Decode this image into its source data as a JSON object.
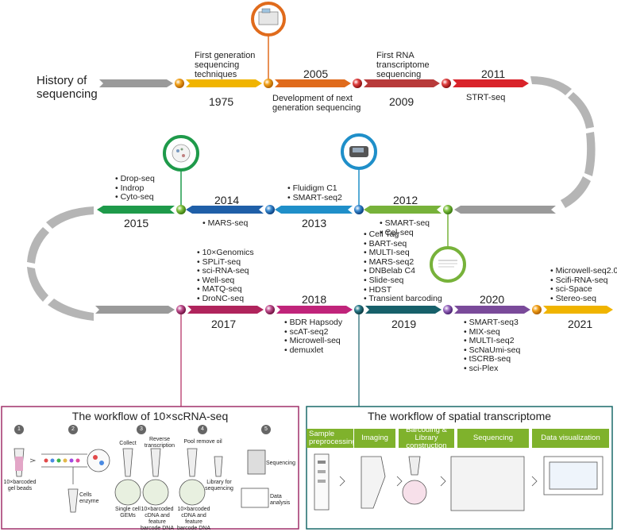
{
  "title": "History of sequencing",
  "row1": {
    "y1975": "1975",
    "y2005": "2005",
    "y2009": "2009",
    "y2011": "2011",
    "l1975": "First generation sequencing techniques",
    "l2005": "Development of next generation sequencing",
    "l2009": "First RNA transcriptome sequencing",
    "l2011": "STRT-seq"
  },
  "row2": {
    "y2015": "2015",
    "y2014": "2014",
    "y2013": "2013",
    "y2012": "2012",
    "list2015": [
      "Drop-seq",
      "Indrop",
      "Cyto-seq"
    ],
    "list2014": [
      "MARS-seq"
    ],
    "list2013": [
      "Fluidigm C1",
      "SMART-seq2"
    ],
    "list2012": [
      "SMART-seq",
      "Cel-seq"
    ]
  },
  "row3": {
    "y2017": "2017",
    "y2018": "2018",
    "y2019": "2019",
    "y2020": "2020",
    "y2021": "2021",
    "list2017": [
      "10×Genomics",
      "SPLiT-seq",
      "sci-RNA-seq",
      "Well-seq",
      "MATQ-seq",
      "DroNC-seq"
    ],
    "list2018": [
      "BDR Hapsody",
      "scAT-seq2",
      "Microwell-seq",
      "demuxlet"
    ],
    "list2019": [
      "Cell Tag",
      "BART-seq",
      "MULTI-seq",
      "MARS-seq2",
      "DNBelab C4",
      "Slide-seq",
      "HDST",
      "Transient barcoding"
    ],
    "list2020": [
      "SMART-seq3",
      "MIX-seq",
      "MULTI-seq2",
      "ScNaUmi-seq",
      "tSCRB-seq",
      "sci-Plex"
    ],
    "list2021": [
      "Microwell-seq2.0",
      "Scifi-RNA-seq",
      "sci-Space",
      "Stereo-seq"
    ]
  },
  "workflow10x": {
    "title": "The workflow of 10×scRNA-seq",
    "steps": [
      "1",
      "2",
      "3",
      "4",
      "5"
    ],
    "beads": "10×barcoded gel beads",
    "cells": "Cells enzyme",
    "collect": "Collect",
    "rt": "Reverse transcription",
    "pool": "Pool remove oil",
    "gems": "Single cell GEMs",
    "cdna1": "10×barcoded cDNA and feature barcode DNA",
    "cdna2": "10×barcoded cDNA and feature barcode DNA",
    "library": "Library for sequencing",
    "sequencing": "Sequencing",
    "analysis": "Data analysis"
  },
  "workflowSpatial": {
    "title": "The workflow of spatial transcriptome",
    "steps": [
      "Sample preprocessing",
      "Imaging",
      "Barcoding & Library construction",
      "Sequencing",
      "Data visualization"
    ]
  },
  "colors": {
    "grey": "#9a9a9a",
    "y1975": "#f0b400",
    "y2005": "#e06b1c",
    "y2009": "#b83a3a",
    "y2011": "#d9232a",
    "y2012": "#77b23a",
    "y2013": "#1f8fc9",
    "y2014": "#1f5fa8",
    "y2015": "#1e9a4a",
    "y2017": "#b0245c",
    "y2018": "#c0247a",
    "y2019": "#17606a",
    "y2020": "#7a4a9a",
    "y2021": "#f0b400",
    "box1": "#a0306a",
    "box2": "#1a6a6a",
    "green": "#7fb22c"
  }
}
